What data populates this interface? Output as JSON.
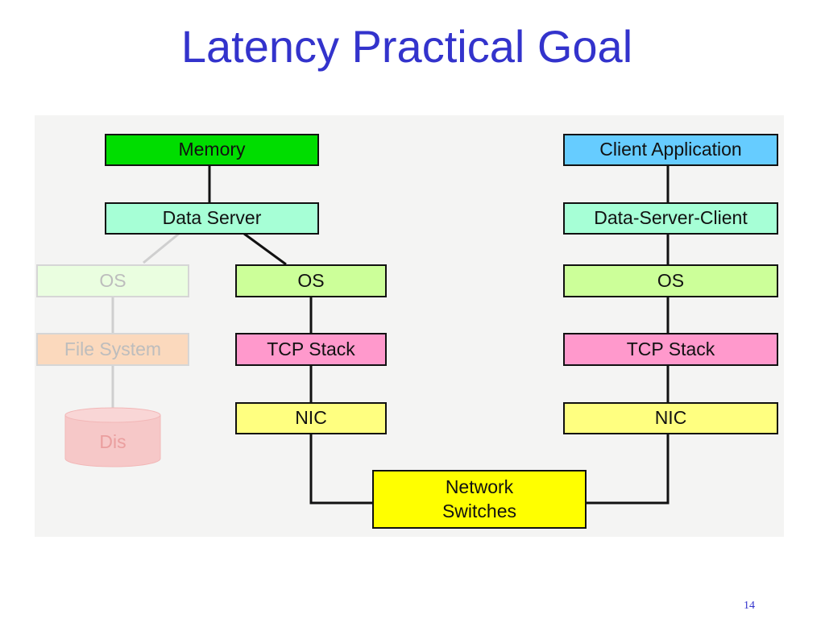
{
  "slide": {
    "title": "Latency Practical Goal",
    "page_number": "14"
  },
  "server_stack": {
    "memory": "Memory",
    "data_server": "Data Server",
    "os": "OS",
    "tcp_stack": "TCP Stack",
    "nic": "NIC"
  },
  "legacy_path": {
    "os": "OS",
    "file_system": "File System",
    "disk": "Dis"
  },
  "client_stack": {
    "client_application": "Client Application",
    "data_server_client": "Data-Server-Client",
    "os": "OS",
    "tcp_stack": "TCP Stack",
    "nic": "NIC"
  },
  "network": {
    "switches_line1": "Network",
    "switches_line2": "Switches"
  },
  "colors": {
    "title": "#3333cc",
    "memory": "#00dd00",
    "data_server": "#a6ffd6",
    "os": "#ccff99",
    "tcp_stack": "#ff99cc",
    "nic": "#ffff80",
    "client_application": "#66ccff",
    "network_switches": "#ffff00",
    "faded_os": "#eafee0",
    "faded_file_system": "#fbd9bd",
    "faded_disk": "#f6c8c8",
    "diagram_background": "#f4f4f3"
  }
}
